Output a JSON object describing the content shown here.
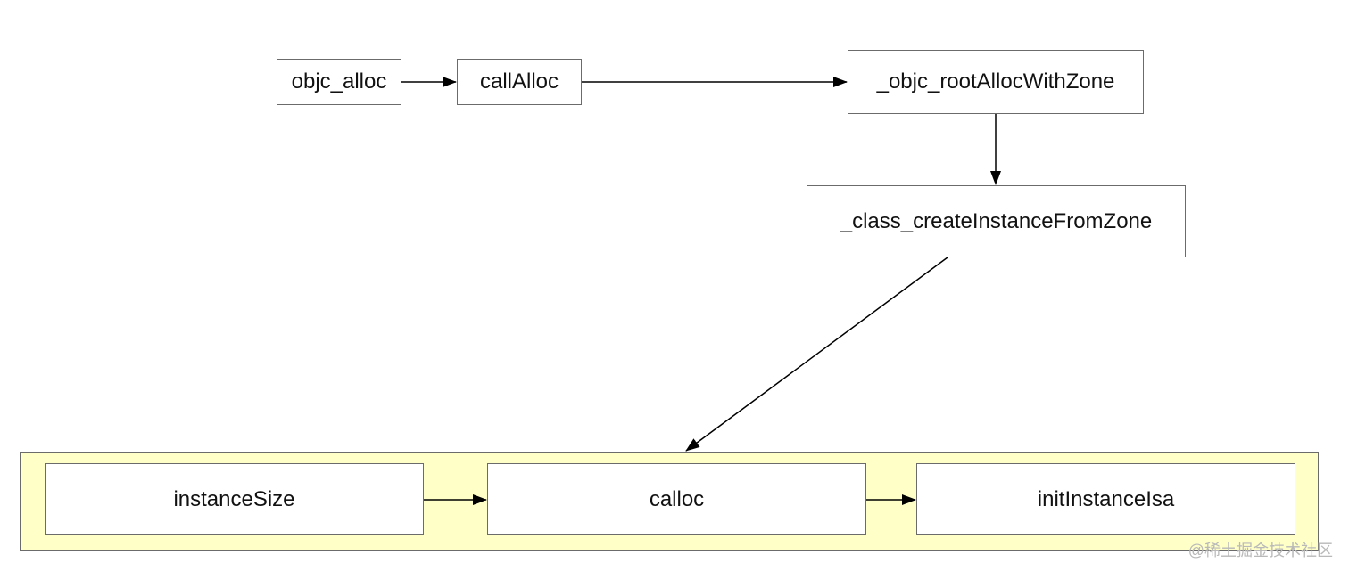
{
  "diagram": {
    "nodes": {
      "objc_alloc": "objc_alloc",
      "callAlloc": "callAlloc",
      "rootAllocWithZone": "_objc_rootAllocWithZone",
      "createInstanceFromZone": "_class_createInstanceFromZone",
      "instanceSize": "instanceSize",
      "calloc": "calloc",
      "initInstanceIsa": "initInstanceIsa"
    },
    "edges": [
      {
        "from": "objc_alloc",
        "to": "callAlloc"
      },
      {
        "from": "callAlloc",
        "to": "rootAllocWithZone"
      },
      {
        "from": "rootAllocWithZone",
        "to": "createInstanceFromZone"
      },
      {
        "from": "createInstanceFromZone",
        "to": "group"
      },
      {
        "from": "instanceSize",
        "to": "calloc"
      },
      {
        "from": "calloc",
        "to": "initInstanceIsa"
      }
    ],
    "group_fill": "#ffffc8",
    "line_color": "#000000"
  },
  "watermark": "@稀土掘金技术社区"
}
